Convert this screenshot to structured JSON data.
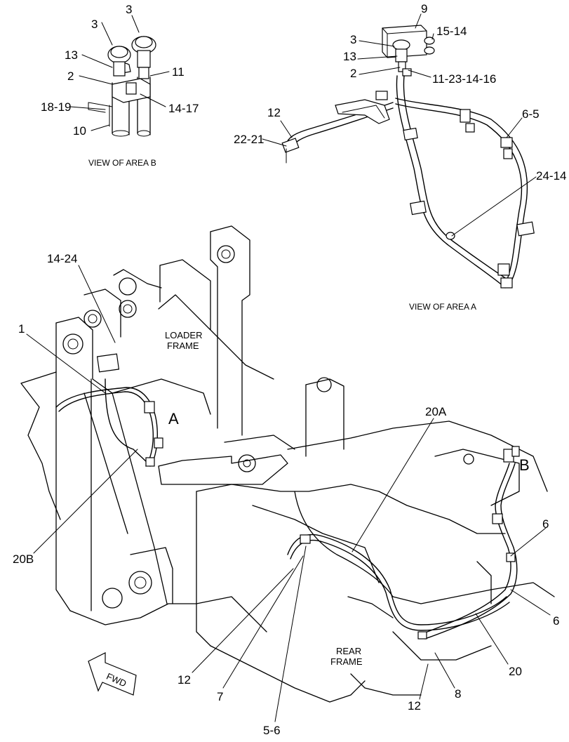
{
  "captions": {
    "view_b": "VIEW OF AREA  B",
    "view_a": "VIEW OF AREA  A"
  },
  "frames": {
    "loader_line1": "LOADER",
    "loader_line2": "FRAME",
    "rear_line1": "REAR",
    "rear_line2": "FRAME"
  },
  "areas": {
    "a": "A",
    "b": "B"
  },
  "fwd": "FWD",
  "callouts": {
    "b_3a": "3",
    "b_3b": "3",
    "b_13": "13",
    "b_2": "2",
    "b_11": "11",
    "b_18_19": "18-19",
    "b_14_17": "14-17",
    "b_10": "10",
    "a_9": "9",
    "a_3": "3",
    "a_15_14": "15-14",
    "a_13": "13",
    "a_2": "2",
    "a_11_23_14_16": "11-23-14-16",
    "a_12": "12",
    "a_6_5": "6-5",
    "a_22_21": "22-21",
    "a_24_14": "24-14",
    "m_14_24": "14-24",
    "m_1": "1",
    "m_20A": "20A",
    "m_20B": "20B",
    "m_6a": "6",
    "m_6b": "6",
    "m_12a": "12",
    "m_7": "7",
    "m_20": "20",
    "m_8": "8",
    "m_12b": "12",
    "m_5_6": "5-6"
  }
}
